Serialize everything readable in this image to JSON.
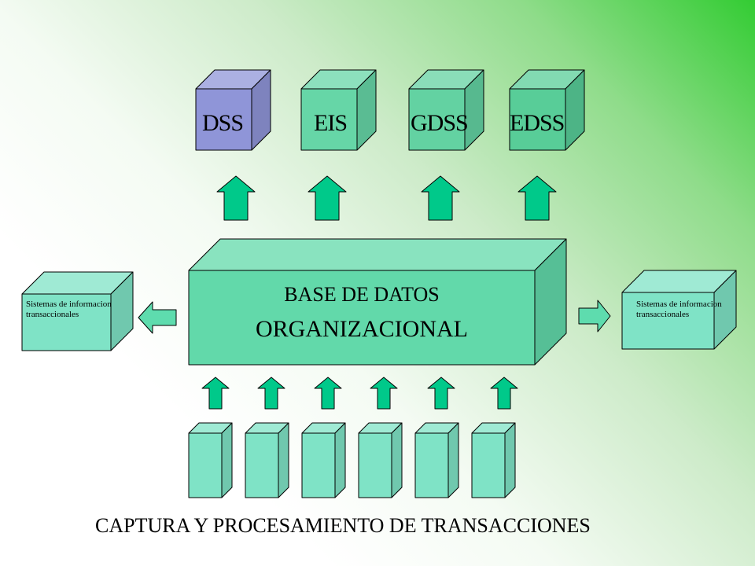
{
  "top_systems": [
    {
      "label": "DSS",
      "face_color": "#8f95d8"
    },
    {
      "label": "EIS",
      "face_color": "#66d6a7"
    },
    {
      "label": "GDSS",
      "face_color": "#63d2a2"
    },
    {
      "label": "EDSS",
      "face_color": "#58cd98"
    }
  ],
  "database": {
    "line1": "BASE DE DATOS",
    "line2": "ORGANIZACIONAL",
    "face_color": "#62d9aa"
  },
  "side_systems": {
    "left": "Sistemas de informacion transaccionales",
    "right": "Sistemas de informacion transaccionales"
  },
  "footer": "CAPTURA Y PROCESAMIENTO DE TRANSACCIONES",
  "colors": {
    "arrow": "#00c98a",
    "arrow_light": "#5edcae",
    "box_light": "#7fe3c6",
    "outline": "#000000"
  }
}
